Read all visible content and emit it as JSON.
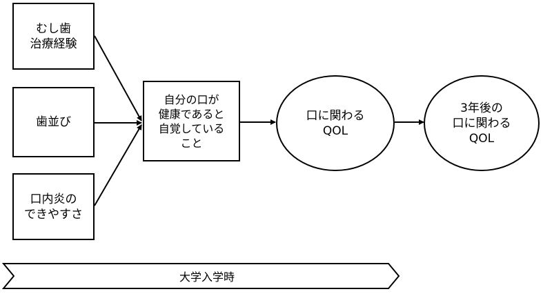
{
  "diagram": {
    "factors": [
      {
        "label": "むし歯\n治療経験"
      },
      {
        "label": "歯並び"
      },
      {
        "label": "口内炎の\nできやすさ"
      }
    ],
    "mediator": {
      "label": "自分の口が\n健康であると\n自覚している\nこと"
    },
    "outcome": {
      "label": "口に関わる\nQOL"
    },
    "followup": {
      "label": "3年後の\n口に関わる\nQOL"
    },
    "timeline": {
      "label": "大学入学時"
    }
  }
}
